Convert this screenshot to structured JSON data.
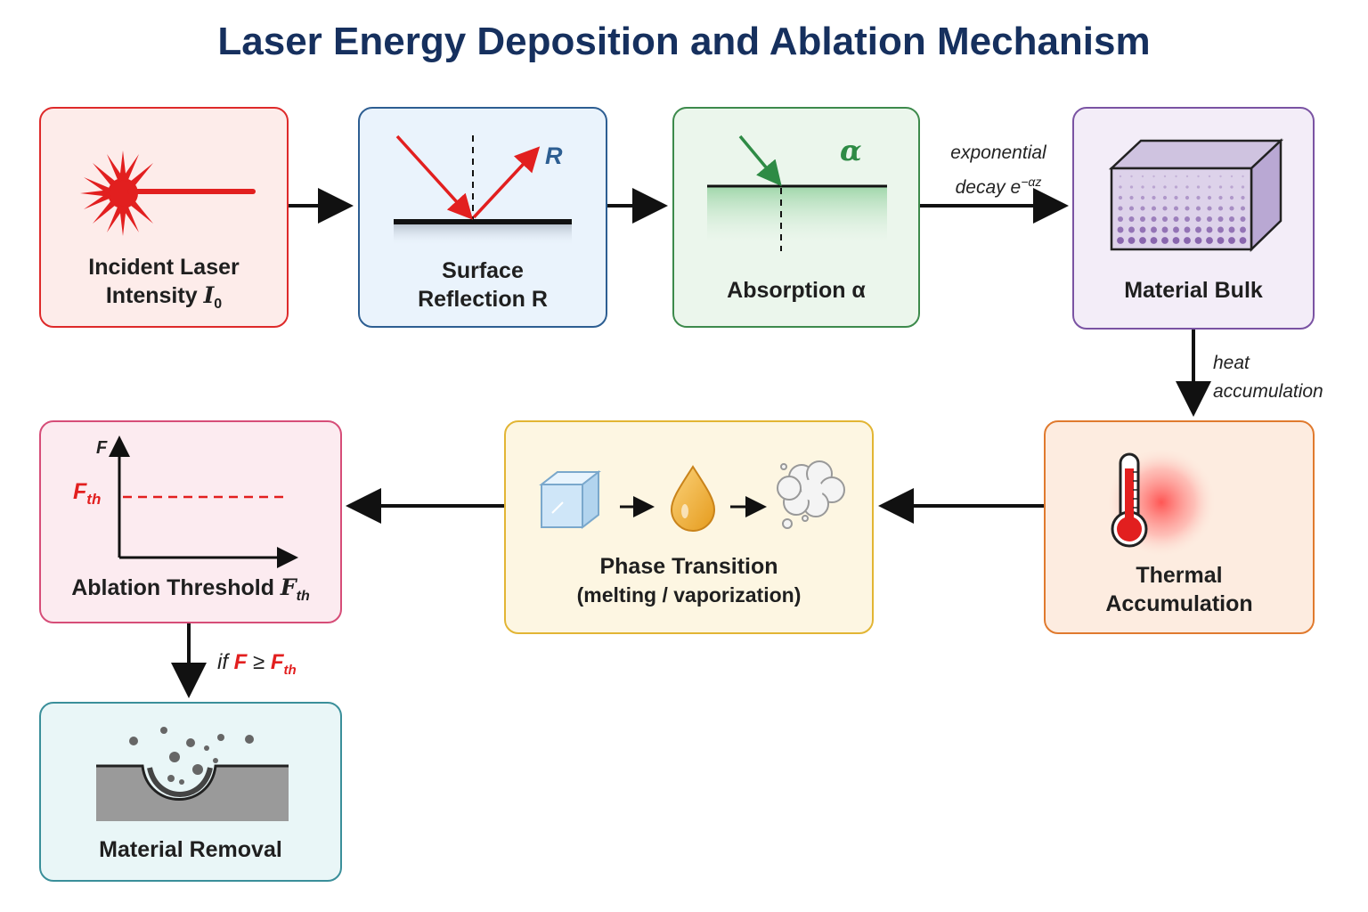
{
  "title": "Laser Energy Deposition and Ablation Mechanism",
  "boxes": {
    "incident": {
      "line1": "Incident Laser",
      "line2": "Intensity ",
      "symbol": "I",
      "sub": "0"
    },
    "reflection": {
      "line1": "Surface",
      "line2": "Reflection R",
      "icon_label": "R"
    },
    "absorption": {
      "label": "Absorption α",
      "icon_label": "α"
    },
    "bulk": {
      "label": "Material Bulk"
    },
    "thermal": {
      "line1": "Thermal",
      "line2": "Accumulation"
    },
    "phase": {
      "line1": "Phase Transition",
      "line2": "(melting / vaporization)"
    },
    "threshold": {
      "label": "Ablation Threshold ",
      "symbol": "F",
      "sub": "th",
      "axis_label": "F",
      "threshold_symbol": "F",
      "threshold_sub": "th"
    },
    "removal": {
      "label": "Material Removal"
    }
  },
  "annotations": {
    "decay": {
      "line1": "exponential",
      "line2": "decay e",
      "exp": "−αz"
    },
    "heat": {
      "line1": "heat",
      "line2": "accumulation"
    },
    "condition": {
      "prefix": "if ",
      "lhs": "F",
      "op": " ≥ ",
      "rhs": "F",
      "rhs_sub": "th"
    }
  },
  "colors": {
    "title": "#16305e",
    "laser_red": "#e21f1f",
    "reflection_blue": "#2d5e92",
    "absorption_green": "#2e8b45",
    "bulk_purple": "#7a53a3",
    "thermal_orange": "#e07a2e",
    "phase_yellow": "#e2b534",
    "threshold_pink": "#d64d78",
    "removal_teal": "#3a8f9a"
  }
}
